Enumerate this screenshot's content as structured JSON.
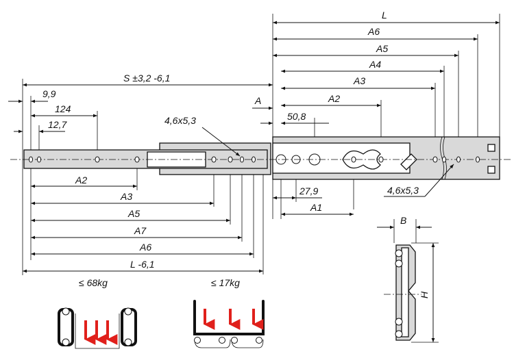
{
  "title": "Ball bearing telescopic slide – dimensional drawing",
  "dimensions_top": {
    "L": "L",
    "A6": "A6",
    "A5": "A5",
    "A4": "A4",
    "A3": "A3",
    "A2": "A2",
    "A": "A",
    "d508": "50,8",
    "hole_right": "4,6x5,3",
    "d279": "27,9",
    "A1": "A1"
  },
  "dimensions_left": {
    "S": "S ±3,2 -6,1",
    "d99": "9,9",
    "d124": "124",
    "d127": "12,7",
    "hole_left": "4,6x5,3"
  },
  "dimensions_bottom": {
    "A2": "A2",
    "A3": "A3",
    "A5": "A5",
    "A7": "A7",
    "A6": "A6",
    "L61": "L -6,1"
  },
  "side_view": {
    "B": "B",
    "H": "H"
  },
  "loads": {
    "vertical": "≤ 68kg",
    "horizontal": "≤ 17kg"
  },
  "colors": {
    "arrow": "#e0201b",
    "rail_fill": "#d9d9d9"
  }
}
